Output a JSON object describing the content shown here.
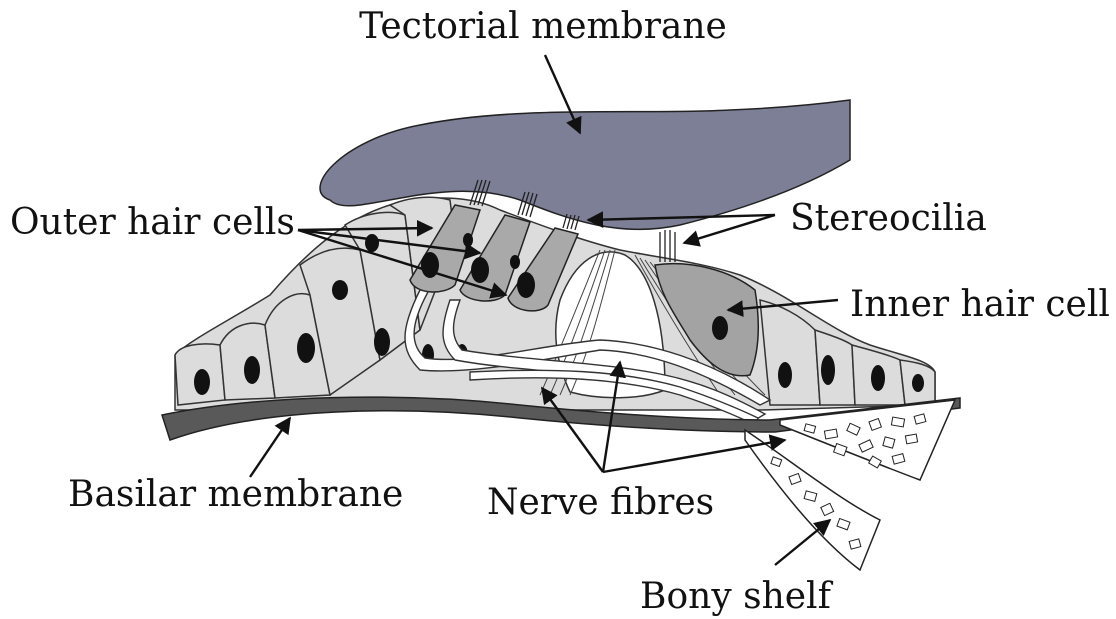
{
  "labels": {
    "tectorial_membrane": "Tectorial membrane",
    "outer_hair_cells": "Outer hair cells",
    "stereocilia": "Stereocilia",
    "inner_hair_cell": "Inner hair cell",
    "basilar_membrane": "Basilar membrane",
    "nerve_fibres": "Nerve fibres",
    "bony_shelf": "Bony shelf"
  },
  "colors": {
    "tectorial_membrane": "#7c7f96",
    "basilar_membrane": "#595959",
    "supporting_cells": "#dcdcdc",
    "outer_hair_cells": "#a9a9a9",
    "inner_hair_cell": "#a3a3a3",
    "nuclei": "#111111",
    "background": "#ffffff"
  }
}
